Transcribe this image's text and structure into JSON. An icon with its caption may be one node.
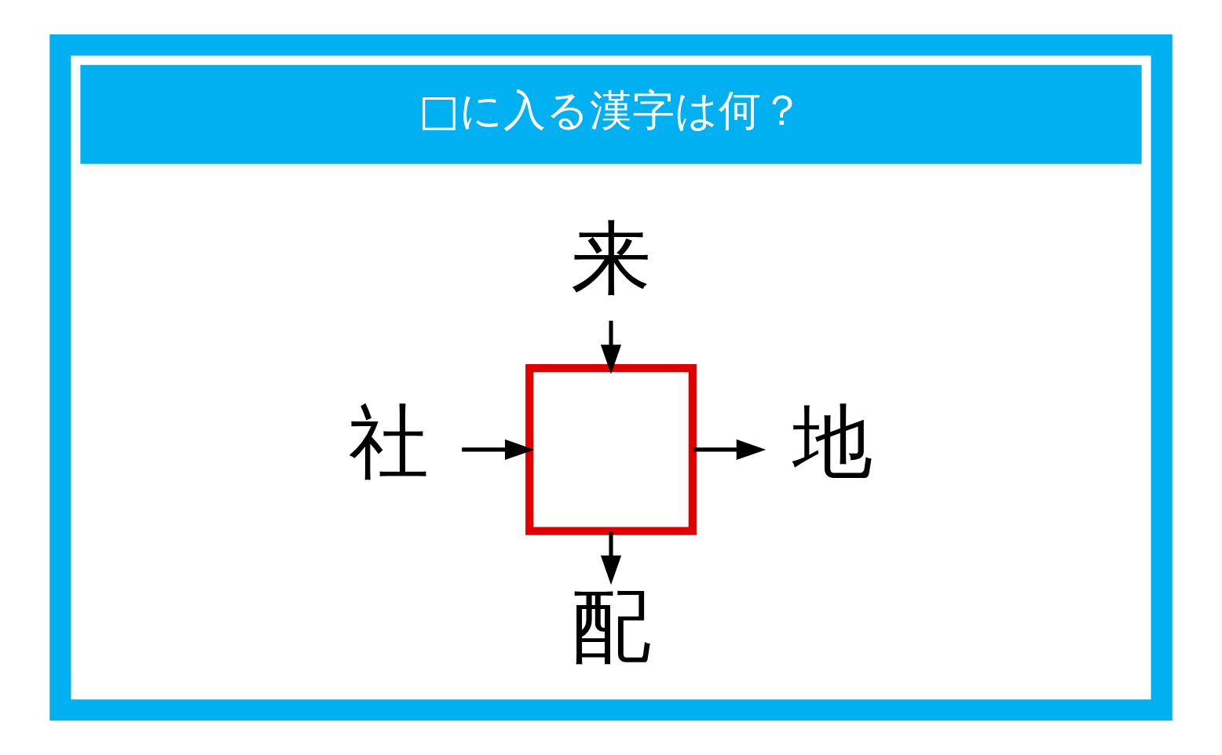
{
  "diagram": {
    "nodes": [
      {
        "text": [],
        "shape": "box"
      },
      {
        "text": [
          "□に入る漢字は何？"
        ],
        "in": 0
      },
      {
        "text": [
          "来"
        ],
        "in": 0
      },
      {
        "text": [
          "社"
        ],
        "in": 0
      },
      {
        "text": [],
        "shape": "box",
        "in": 0
      },
      {
        "text": [
          "地"
        ],
        "in": 0
      },
      {
        "text": [
          "配"
        ],
        "in": 0
      }
    ],
    "edges": [
      {
        "from": 2,
        "to": 4,
        "arrow": "to"
      },
      {
        "from": 3,
        "to": 4,
        "arrow": "to"
      },
      {
        "from": 4,
        "to": 5,
        "arrow": "to"
      },
      {
        "from": 4,
        "to": 6,
        "arrow": "to"
      }
    ]
  }
}
